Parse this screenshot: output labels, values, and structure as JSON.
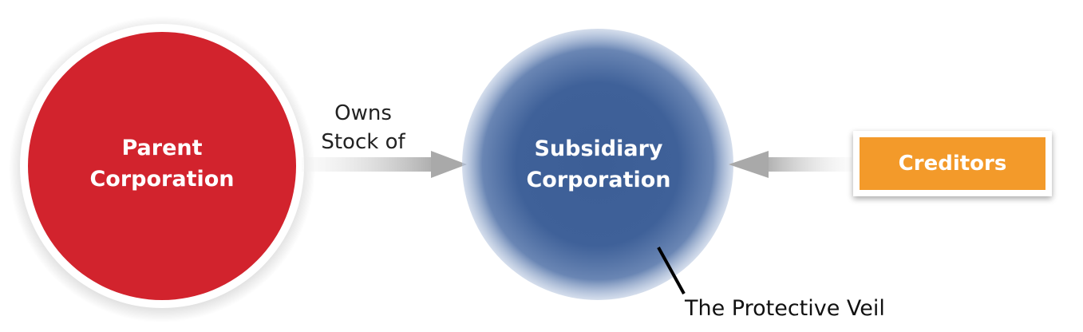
{
  "diagram": {
    "parent": {
      "line1": "Parent",
      "line2": "Corporation",
      "color": "#d2232d"
    },
    "relation": {
      "line1": "Owns",
      "line2": "Stock of"
    },
    "subsidiary": {
      "line1": "Subsidiary",
      "line2": "Corporation",
      "color": "#3c5e96"
    },
    "creditors": {
      "label": "Creditors",
      "color": "#f39a2a"
    },
    "veil": {
      "label": "The Protective Veil"
    }
  }
}
